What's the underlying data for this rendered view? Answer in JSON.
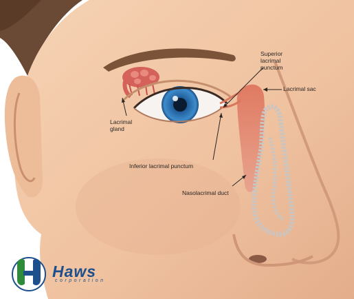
{
  "labels": {
    "superior_punctum": [
      "Superior",
      "lacrimal",
      "punctum"
    ],
    "lacrimal_sac": "Lacrimal sac",
    "lacrimal_gland": [
      "Lacrimal",
      "gland"
    ],
    "inferior_punctum": "Inferior lacrimal punctum",
    "nasolacrimal_duct": "Nasolacrimal duct"
  },
  "logo": {
    "name": "Haws",
    "subtitle": "corporation",
    "brand_blue": "#1d4f8c",
    "brand_green": "#2e8b3a"
  },
  "colors": {
    "skin": "#f2c8a6",
    "skin_shadow": "#dca585",
    "hair": "#6b4a35",
    "iris": "#2a73b8",
    "gland": "#d4625a",
    "duct": "#d9765c",
    "bone": "#c9c5c2"
  }
}
